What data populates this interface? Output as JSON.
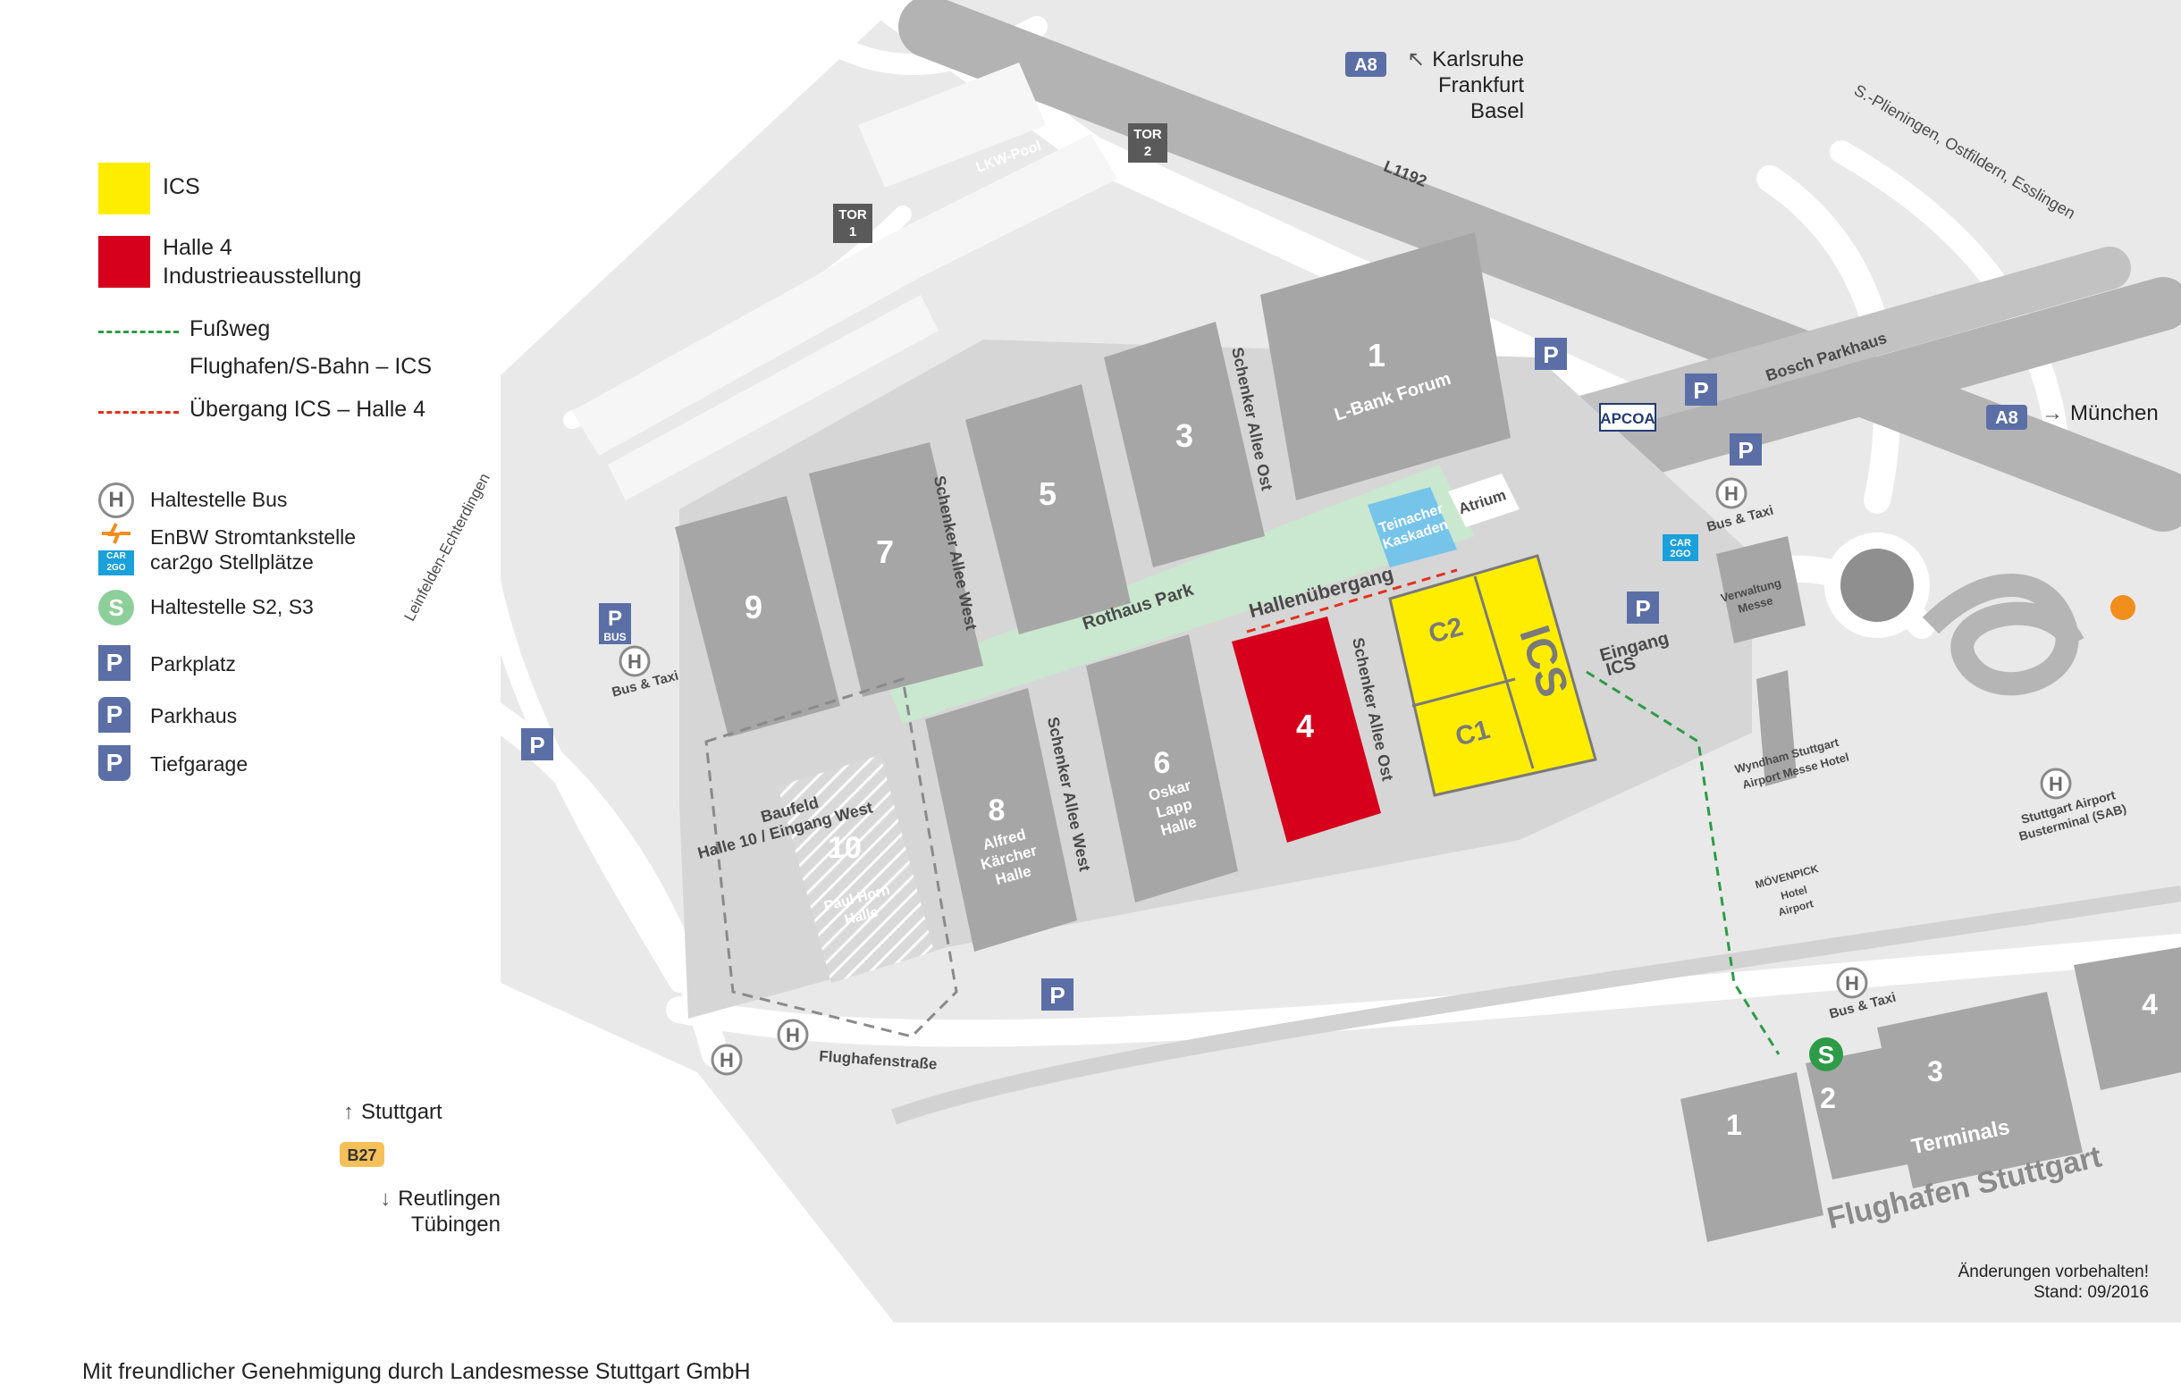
{
  "legend": {
    "ics": "ICS",
    "halle4_line1": "Halle 4",
    "halle4_line2": "Industrieausstellung",
    "fussweg_line1": "Fußweg",
    "fussweg_line2": "Flughafen/S-Bahn – ICS",
    "uebergang": "Übergang ICS – Halle 4",
    "bus": "Haltestelle Bus",
    "enbw": "EnBW Stromtankstelle",
    "car2go": "car2go Stellplätze",
    "sbahn": "Haltestelle S2, S3",
    "parkplatz": "Parkplatz",
    "parkhaus": "Parkhaus",
    "tiefgarage": "Tiefgarage"
  },
  "colors": {
    "ics": "#ffed00",
    "halle4": "#d6001c",
    "fussweg": "#2e9b48",
    "uebergang": "#e2311d",
    "park": "#c9e8cf",
    "hall": "#a6a6a6",
    "parking": "#5b6fa6"
  },
  "icons": {
    "h": "H",
    "p": "P",
    "s": "S",
    "car2go_top": "CAR",
    "car2go_bottom": "2GO",
    "enbw": "enbw-bolt-icon"
  },
  "destinations": {
    "a8_top": "A8",
    "karlsruhe": "Karlsruhe",
    "frankfurt": "Frankfurt",
    "basel": "Basel",
    "s_pl": "S.-Plieningen, Ostfildern, Esslingen",
    "a8_right": "A8",
    "muenchen": "München",
    "stuttgart": "Stuttgart",
    "b27": "B27",
    "reutlingen": "Reutlingen",
    "tuebingen": "Tübingen",
    "leinfelden": "Leinfelden-Echterdingen"
  },
  "map": {
    "lkw": "LKW-Pool",
    "tor1_a": "TOR",
    "tor1_b": "1",
    "tor2_a": "TOR",
    "tor2_b": "2",
    "l1192": "L1192",
    "hall1": "1",
    "hall1_name": "L-Bank Forum",
    "hall3": "3",
    "hall5": "5",
    "hall7": "7",
    "hall9": "9",
    "hall4": "4",
    "hall6": "6",
    "hall6_n1": "Oskar",
    "hall6_n2": "Lapp",
    "hall6_n3": "Halle",
    "hall8": "8",
    "hall8_n1": "Alfred",
    "hall8_n2": "Kärcher",
    "hall8_n3": "Halle",
    "hall10": "10",
    "hall10_n1": "Paul Horn",
    "hall10_n2": "Halle",
    "baufeld1": "Baufeld",
    "baufeld2": "Halle 10 / Eingang West",
    "sao1": "Schenker Allee Ost",
    "sao2": "Schenker Allee Ost",
    "saw1": "Schenker Allee West",
    "saw2": "Schenker Allee West",
    "rothaus": "Rothaus Park",
    "hallenuebergang": "Hallenübergang",
    "teinacher1": "Teinacher",
    "teinacher2": "Kaskaden",
    "atrium": "Atrium",
    "c1": "C1",
    "c2": "C2",
    "ics": "ICS",
    "eingang1": "Eingang",
    "eingang2": "ICS",
    "bus_taxi_left": "Bus & Taxi",
    "bus_left": "BUS",
    "bus_taxi_top": "Bus & Taxi",
    "bus_taxi_bottom": "Bus & Taxi",
    "verwaltung1": "Verwaltung",
    "verwaltung2": "Messe",
    "apcoa": "APCOA",
    "bosch": "Bosch Parkhaus",
    "wyndham1": "Wyndham Stuttgart",
    "wyndham2": "Airport Messe Hotel",
    "moev1": "MÖVENPICK",
    "moev2": "Hotel",
    "moev3": "Airport",
    "busterminal1": "Stuttgart Airport",
    "busterminal2": "Busterminal (SAB)",
    "flughafenstrasse": "Flughafenstraße",
    "t1": "1",
    "t2": "2",
    "t3": "3",
    "t4": "4",
    "terminals": "Terminals",
    "flughafen": "Flughafen Stuttgart"
  },
  "footer": "Mit freundlicher Genehmigung durch Landesmesse Stuttgart GmbH",
  "note_line1": "Änderungen vorbehalten!",
  "note_line2": "Stand: 09/2016"
}
